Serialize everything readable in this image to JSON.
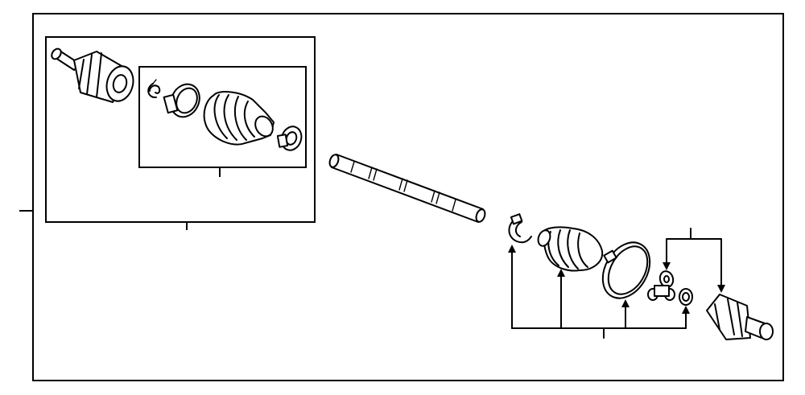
{
  "diagram": {
    "type": "exploded-parts-diagram",
    "labels": [],
    "parts": [
      "outer-cv-joint",
      "outer-boot-clip",
      "outer-boot-band-large",
      "outer-boot",
      "outer-boot-band-small",
      "axle-shaft",
      "inner-boot-band-small",
      "inner-boot",
      "inner-boot-band-large",
      "tripod-joint",
      "tripod-snap-ring",
      "inner-cv-housing"
    ],
    "colors": {
      "line": "#000000",
      "background": "#ffffff"
    }
  }
}
